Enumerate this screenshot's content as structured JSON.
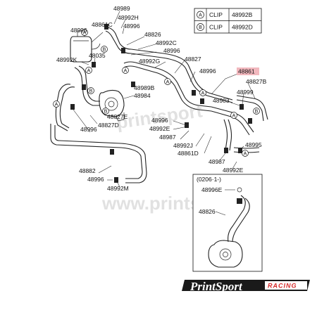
{
  "legend": {
    "rows": [
      {
        "marker": "A",
        "type": "CLIP",
        "part": "48992B"
      },
      {
        "marker": "B",
        "type": "CLIP",
        "part": "48992D"
      }
    ]
  },
  "highlighted_part": "48861",
  "callout_markers": {
    "a": "A",
    "b": "B"
  },
  "labels": {
    "p48989": "48989",
    "p48992H": "48992H",
    "p48861C": "48861C",
    "p48996_a": "48996",
    "p48996_b": "48996",
    "p48826_top": "48826",
    "p48992C": "48992C",
    "p48996_c": "48996",
    "p48035": "48035",
    "p48992K": "48992K",
    "p48992G": "48992G",
    "p48827": "48827",
    "p48996_d": "48996",
    "p48861": "48861",
    "p48827B": "48827B",
    "p48989B": "48989B",
    "p48984": "48984",
    "p48999": "48999",
    "p48983": "48983",
    "p48827E": "48827E",
    "p48827D": "48827D",
    "p48996_e": "48996",
    "p48996_f": "48996",
    "p48992E_a": "48992E",
    "p48987_a": "48987",
    "p48992J": "48992J",
    "p48861D": "48861D",
    "p48995": "48995",
    "p48987_b": "48987",
    "p48992E_b": "48992E",
    "p48882": "48882",
    "p48996_g": "48996",
    "p48992M": "48992M",
    "inset_range": "(0206·1-)",
    "p48996E": "48996E",
    "p48826_inset": "48826"
  },
  "watermark": {
    "main": "www.printsport.fi",
    "ghost": "printsport"
  },
  "brand": {
    "name": "PrintSport",
    "suffix": "RACING",
    "accent": "#d62828",
    "band": "#1a1a1a"
  }
}
